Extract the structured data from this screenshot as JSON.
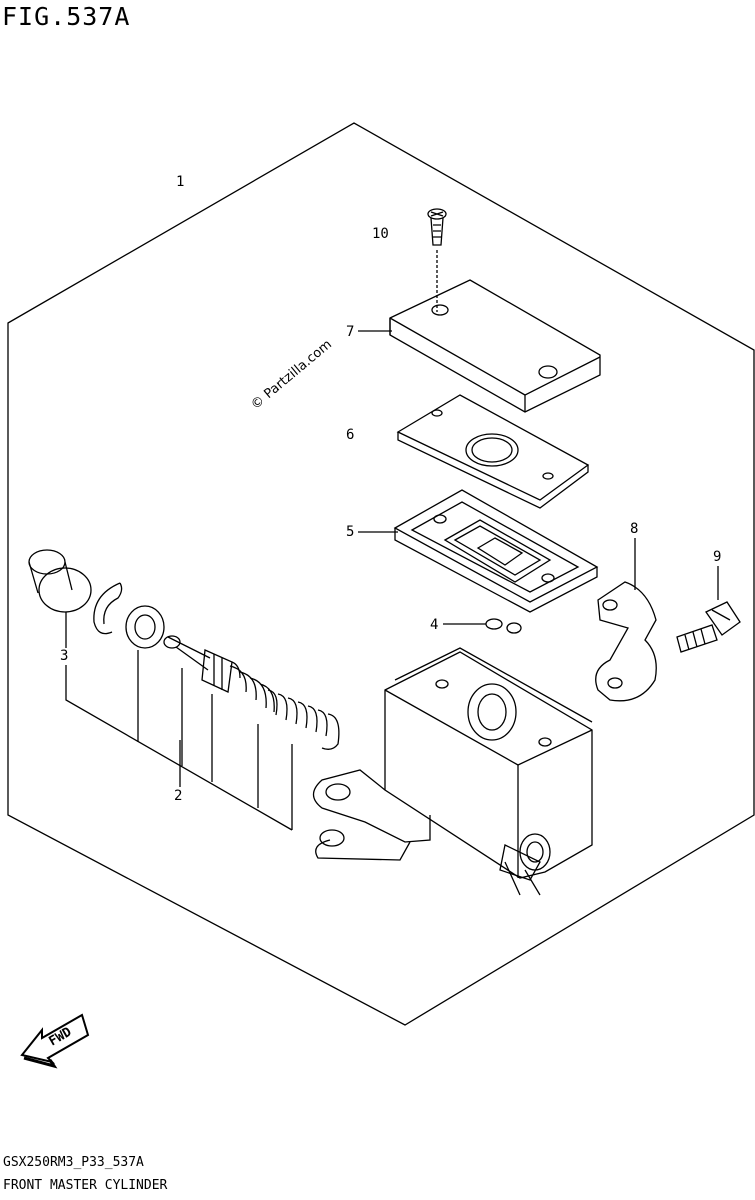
{
  "figure": {
    "title": "FIG.537A",
    "model_code": "GSX250RM3_P33_537A",
    "name": "FRONT MASTER CYLINDER",
    "watermark": "© Partzilla.com",
    "fwd_label": "FWD"
  },
  "callouts": [
    "1",
    "10",
    "7",
    "6",
    "5",
    "4",
    "3",
    "8",
    "9",
    "2"
  ]
}
